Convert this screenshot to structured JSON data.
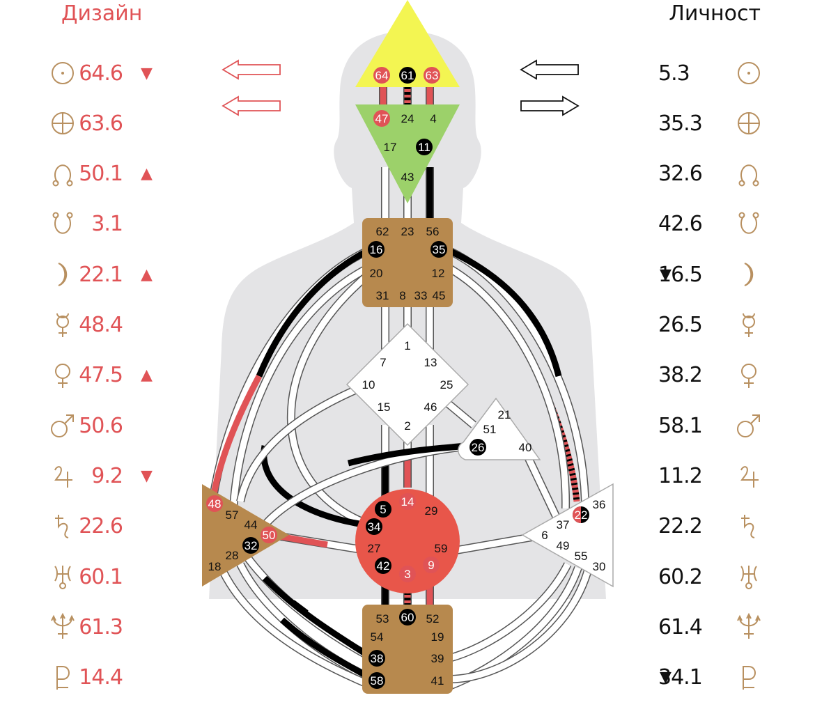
{
  "titles": {
    "design": "Дизайн",
    "personality": "Личност"
  },
  "colors": {
    "design": "#e05356",
    "personality": "#111111",
    "symbol": "#b89060"
  },
  "design": [
    {
      "planet": "sun-icon",
      "value": "64.6",
      "arrow": "▼"
    },
    {
      "planet": "earth-icon",
      "value": "63.6",
      "arrow": ""
    },
    {
      "planet": "north-node-icon",
      "value": "50.1",
      "arrow": "▲"
    },
    {
      "planet": "south-node-icon",
      "value": "3.1",
      "arrow": ""
    },
    {
      "planet": "moon-icon",
      "value": "22.1",
      "arrow": "▲"
    },
    {
      "planet": "mercury-icon",
      "value": "48.4",
      "arrow": ""
    },
    {
      "planet": "venus-icon",
      "value": "47.5",
      "arrow": "▲"
    },
    {
      "planet": "mars-icon",
      "value": "50.6",
      "arrow": ""
    },
    {
      "planet": "jupiter-icon",
      "value": "9.2",
      "arrow": "▼"
    },
    {
      "planet": "saturn-icon",
      "value": "22.6",
      "arrow": ""
    },
    {
      "planet": "uranus-icon",
      "value": "60.1",
      "arrow": ""
    },
    {
      "planet": "neptune-icon",
      "value": "61.3",
      "arrow": ""
    },
    {
      "planet": "pluto-icon",
      "value": "14.4",
      "arrow": ""
    }
  ],
  "personality": [
    {
      "planet": "sun-icon",
      "value": "5.3",
      "arrow": ""
    },
    {
      "planet": "earth-icon",
      "value": "35.3",
      "arrow": ""
    },
    {
      "planet": "north-node-icon",
      "value": "32.6",
      "arrow": ""
    },
    {
      "planet": "south-node-icon",
      "value": "42.6",
      "arrow": ""
    },
    {
      "planet": "moon-icon",
      "value": "16.5",
      "arrow": "▼"
    },
    {
      "planet": "mercury-icon",
      "value": "26.5",
      "arrow": ""
    },
    {
      "planet": "venus-icon",
      "value": "38.2",
      "arrow": ""
    },
    {
      "planet": "mars-icon",
      "value": "58.1",
      "arrow": ""
    },
    {
      "planet": "jupiter-icon",
      "value": "11.2",
      "arrow": ""
    },
    {
      "planet": "saturn-icon",
      "value": "22.2",
      "arrow": ""
    },
    {
      "planet": "uranus-icon",
      "value": "60.2",
      "arrow": ""
    },
    {
      "planet": "neptune-icon",
      "value": "61.4",
      "arrow": ""
    },
    {
      "planet": "pluto-icon",
      "value": "34.1",
      "arrow": "▼"
    }
  ],
  "bodygraph": {
    "head": {
      "gates": [
        "64",
        "61",
        "63"
      ],
      "marked": {
        "64": "design",
        "61": "personality",
        "63": "design"
      }
    },
    "ajna": {
      "gates": [
        "47",
        "24",
        "4",
        "17",
        "11",
        "43"
      ],
      "marked": {
        "47": "design",
        "11": "personality"
      }
    },
    "throat": {
      "gates": [
        "62",
        "23",
        "56",
        "16",
        "35",
        "20",
        "12",
        "31",
        "8",
        "33",
        "45"
      ],
      "marked": {
        "16": "personality",
        "35": "personality"
      }
    },
    "g": {
      "gates": [
        "1",
        "7",
        "13",
        "10",
        "25",
        "15",
        "46",
        "2"
      ],
      "marked": {}
    },
    "ego": {
      "gates": [
        "21",
        "51",
        "26",
        "40"
      ],
      "marked": {
        "26": "personality"
      }
    },
    "spleen": {
      "gates": [
        "48",
        "57",
        "44",
        "50",
        "32",
        "28",
        "18"
      ],
      "marked": {
        "48": "design",
        "50": "design",
        "32": "personality"
      }
    },
    "sacral": {
      "gates": [
        "5",
        "14",
        "29",
        "34",
        "27",
        "59",
        "42",
        "3",
        "9"
      ],
      "marked": {
        "5": "personality",
        "14": "design",
        "34": "personality",
        "42": "personality",
        "3": "design",
        "9": "design"
      }
    },
    "solar": {
      "gates": [
        "36",
        "22",
        "37",
        "6",
        "49",
        "55",
        "30"
      ],
      "marked": {
        "22": "both"
      }
    },
    "root": {
      "gates": [
        "53",
        "60",
        "52",
        "54",
        "19",
        "38",
        "39",
        "58",
        "41"
      ],
      "marked": {
        "60": "personality",
        "38": "personality",
        "58": "personality"
      }
    }
  }
}
